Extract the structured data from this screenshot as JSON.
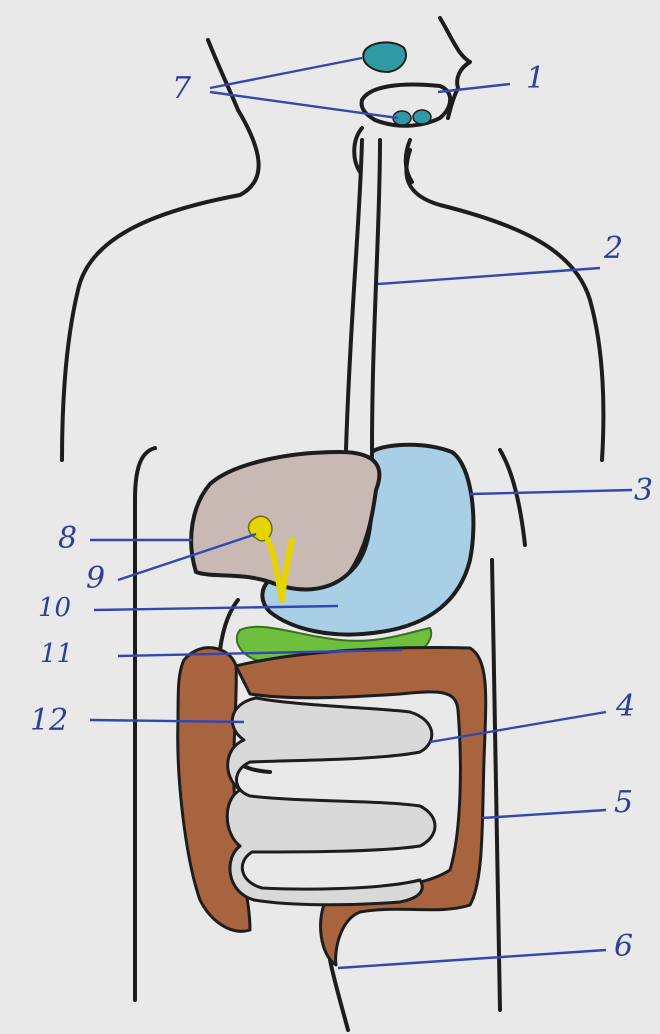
{
  "colors": {
    "background": "#e9e9ea",
    "outline": "#1d1d1d",
    "pointer": "#3447b0",
    "salivary_gland": "#2f9aa4",
    "liver": "#c9b9b4",
    "gallbladder": "#e6d400",
    "stomach": "#a9cfe6",
    "pancreas": "#6fbf3f",
    "large_intestine": "#a8643e",
    "small_intestine": "#d9d9d9"
  },
  "labels": {
    "l1": "1",
    "l2": "2",
    "l3": "3",
    "l4": "4",
    "l5": "5",
    "l6": "6",
    "l7": "7",
    "l8": "8",
    "l9": "9",
    "l10": "10",
    "l11": "11",
    "l12": "12"
  }
}
